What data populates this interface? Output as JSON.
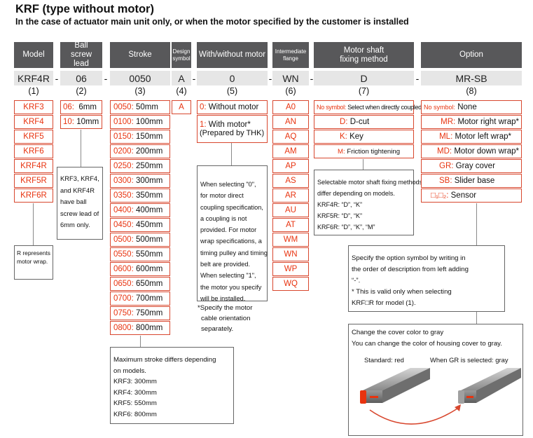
{
  "title": "KRF (type without motor)",
  "subtitle": "In the case of actuator main unit only, or when the motor specified by the customer is installed",
  "columns": [
    {
      "header": "Model",
      "code": "KRF4R",
      "number": "(1)"
    },
    {
      "header": "Ball screw lead",
      "code": "06",
      "number": "(2)"
    },
    {
      "header": "Stroke",
      "code": "0050",
      "number": "(3)"
    },
    {
      "header": "Design symbol",
      "code": "A",
      "number": "(4)"
    },
    {
      "header": "With/without motor",
      "code": "0",
      "number": "(5)"
    },
    {
      "header": "Intermediate flange",
      "code": "WN",
      "number": "(6)"
    },
    {
      "header": "Motor shaft fixing method",
      "code": "D",
      "number": "(7)"
    },
    {
      "header": "Option",
      "code": "MR-SB",
      "number": "(8)"
    }
  ],
  "separator": "-",
  "models": [
    "KRF3",
    "KRF4",
    "KRF5",
    "KRF6",
    "KRF4R",
    "KRF5R",
    "KRF6R"
  ],
  "model_note": [
    "R represents",
    "motor wrap."
  ],
  "leads": [
    {
      "code": "06:",
      "value": "6mm"
    },
    {
      "code": "10:",
      "value": "10mm"
    }
  ],
  "lead_note": [
    "KRF3, KRF4,",
    "and KRF4R",
    "have ball",
    "screw lead of",
    "6mm only."
  ],
  "strokes": [
    {
      "code": "0050:",
      "value": "50mm"
    },
    {
      "code": "0100:",
      "value": "100mm"
    },
    {
      "code": "0150:",
      "value": "150mm"
    },
    {
      "code": "0200:",
      "value": "200mm"
    },
    {
      "code": "0250:",
      "value": "250mm"
    },
    {
      "code": "0300:",
      "value": "300mm"
    },
    {
      "code": "0350:",
      "value": "350mm"
    },
    {
      "code": "0400:",
      "value": "400mm"
    },
    {
      "code": "0450:",
      "value": "450mm"
    },
    {
      "code": "0500:",
      "value": "500mm"
    },
    {
      "code": "0550:",
      "value": "550mm"
    },
    {
      "code": "0600:",
      "value": "600mm"
    },
    {
      "code": "0650:",
      "value": "650mm"
    },
    {
      "code": "0700:",
      "value": "700mm"
    },
    {
      "code": "0750:",
      "value": "750mm"
    },
    {
      "code": "0800:",
      "value": "800mm"
    }
  ],
  "stroke_note": [
    "Maximum stroke differs depending",
    "on models.",
    "KRF3: 300mm",
    "KRF4: 300mm",
    "KRF5: 550mm",
    "KRF6: 800mm"
  ],
  "design_symbol": "A",
  "motor_options": [
    {
      "code": "0:",
      "value": "Without motor"
    },
    {
      "code": "1:",
      "value": "With motor*",
      "extra": "(Prepared by THK)"
    }
  ],
  "motor_note": [
    "When selecting \"0\",",
    "for motor direct",
    "coupling specification,",
    "a coupling is not",
    "provided. For motor",
    "wrap specifications, a",
    "timing pulley and timing",
    "belt are provided.",
    "When selecting \"1\",",
    "the motor you specify",
    "will be installed."
  ],
  "motor_footnote": [
    "*Specify the motor",
    "cable orientation",
    "separately."
  ],
  "flanges": [
    "A0",
    "AN",
    "AQ",
    "AM",
    "AP",
    "AS",
    "AR",
    "AU",
    "AT",
    "WM",
    "WN",
    "WP",
    "WQ"
  ],
  "fixing": [
    {
      "code": "No symbol:",
      "value": "Select when directly coupled"
    },
    {
      "code": "D:",
      "value": "D-cut"
    },
    {
      "code": "K:",
      "value": "Key"
    },
    {
      "code": "M:",
      "value": "Friction tightening"
    }
  ],
  "fixing_note": [
    "Selectable motor shaft fixing methods",
    "differ depending on models.",
    "KRF4R: “D”, “K”",
    "KRF5R: “D”, “K”",
    "KRF6R: “D”, “K”, “M”"
  ],
  "options": [
    {
      "code": "No symbol:",
      "value": "None"
    },
    {
      "code": "MR:",
      "value": "Motor right wrap*"
    },
    {
      "code": "ML:",
      "value": "Motor left wrap*"
    },
    {
      "code": "MD:",
      "value": "Motor down wrap*"
    },
    {
      "code": "GR:",
      "value": "Gray cover"
    },
    {
      "code": "SB:",
      "value": "Slider base"
    },
    {
      "code": "□₁□₂:",
      "value": "Sensor"
    }
  ],
  "option_note": [
    "Specify the option symbol by writing in",
    "the order of description from left adding",
    "“-”.",
    "* This is valid only when selecting",
    "KRF□R for model (1)."
  ],
  "cover_note": {
    "line1": "Change the cover color to gray",
    "line2": "You can change the color of housing cover to gray.",
    "standard_label": "Standard: red",
    "gray_label": "When GR is selected: gray"
  },
  "colors": {
    "header_bg": "#58585a",
    "code_bg": "#e6e6e6",
    "accent": "#e8330f",
    "border": "#d8472e"
  }
}
